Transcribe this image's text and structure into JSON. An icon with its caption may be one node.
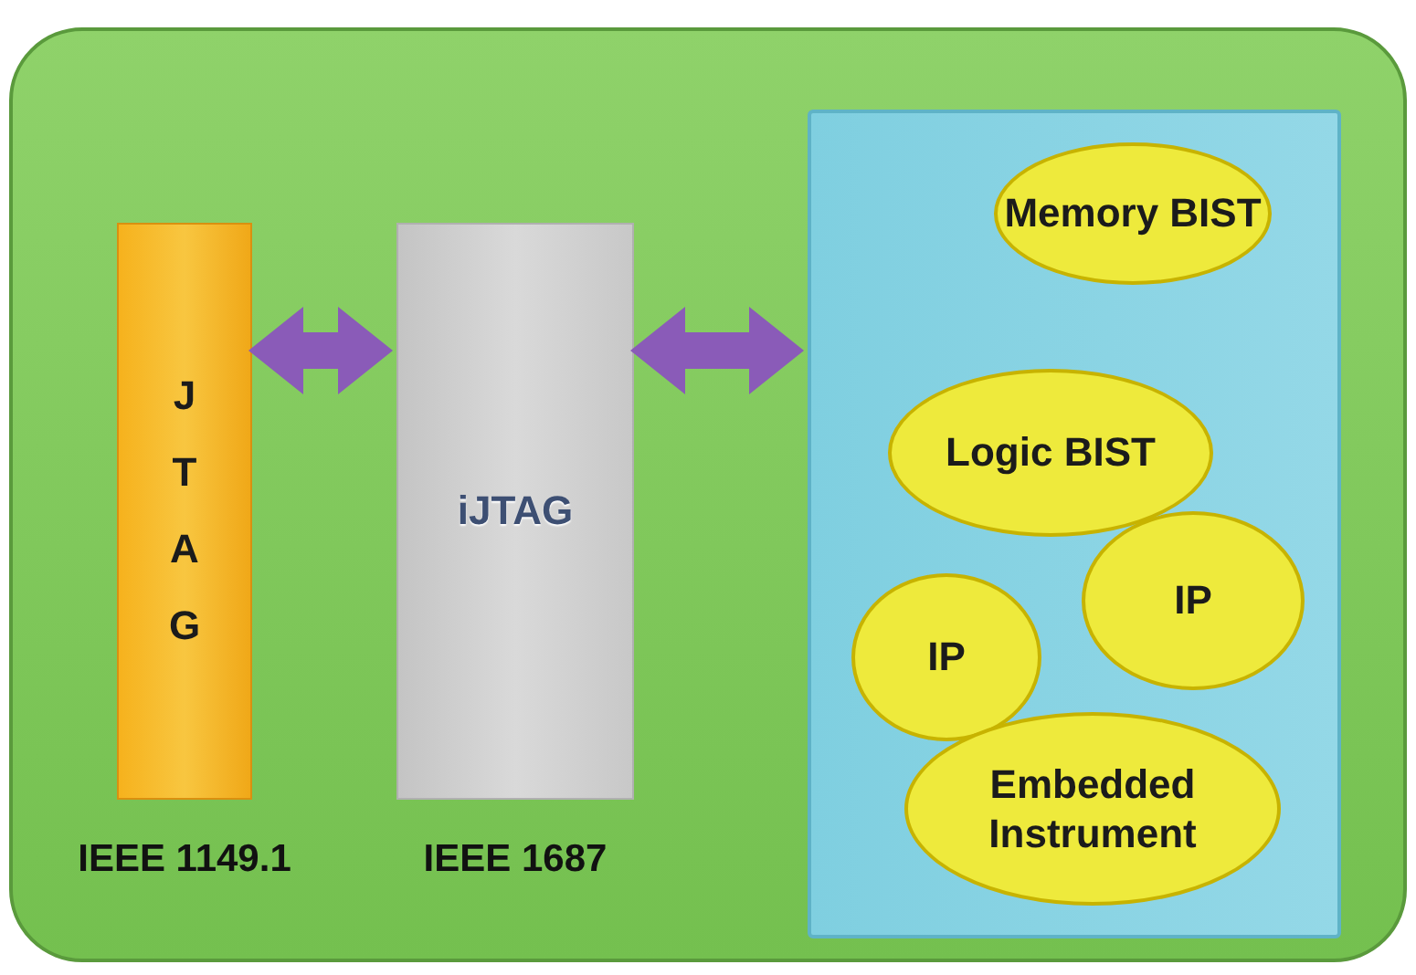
{
  "diagram": {
    "nodes": [
      {
        "text": [],
        "shape": "box"
      },
      {
        "text": [
          "JTAG"
        ],
        "in": 0,
        "beside": [
          "IEEE 1149.1"
        ]
      },
      {
        "text": [
          "iJTAG"
        ],
        "in": 0,
        "beside": [
          "IEEE 1687"
        ]
      },
      {
        "text": [],
        "shape": "box",
        "in": 0
      },
      {
        "text": [
          "Memory BIST"
        ],
        "in": 3
      },
      {
        "text": [
          "Logic BIST"
        ],
        "in": 3
      },
      {
        "text": [
          "IP"
        ],
        "in": 3
      },
      {
        "text": [
          "IP"
        ],
        "in": 3
      },
      {
        "text": [
          "Embedded Instrument"
        ],
        "in": 3
      }
    ],
    "edges": [
      {
        "from": 1,
        "to": 2,
        "arrow": "both"
      },
      {
        "from": 2,
        "to": 3,
        "arrow": "both"
      }
    ]
  }
}
